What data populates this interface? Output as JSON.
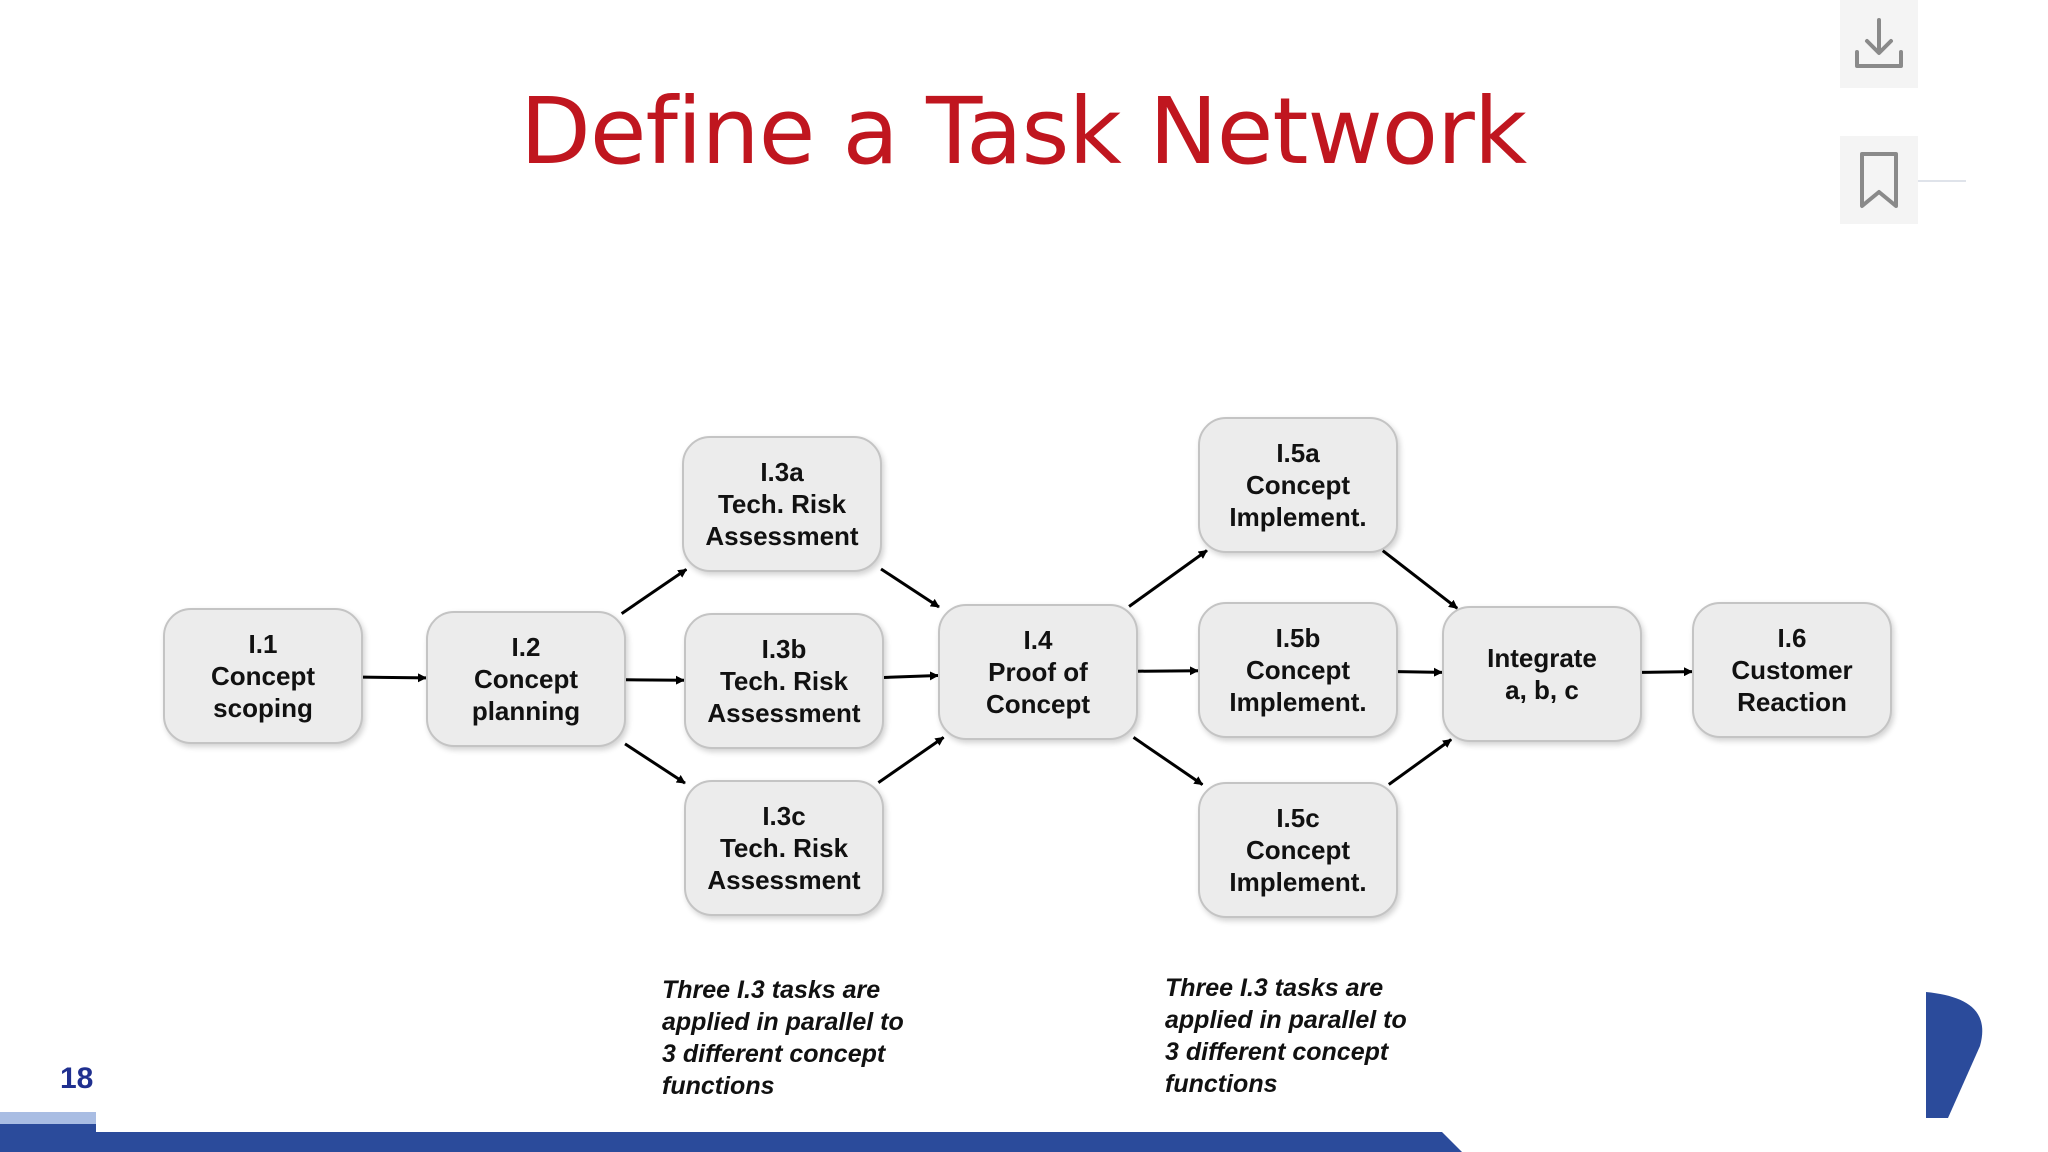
{
  "slide": {
    "title": "Define a Task Network",
    "page_number": "18"
  },
  "nodes": {
    "n11": {
      "line1": "I.1",
      "line2": "Concept",
      "line3": "scoping"
    },
    "n12": {
      "line1": "I.2",
      "line2": "Concept",
      "line3": "planning"
    },
    "n13a": {
      "line1": "I.3a",
      "line2": "Tech. Risk",
      "line3": "Assessment"
    },
    "n13b": {
      "line1": "I.3b",
      "line2": "Tech. Risk",
      "line3": "Assessment"
    },
    "n13c": {
      "line1": "I.3c",
      "line2": "Tech. Risk",
      "line3": "Assessment"
    },
    "n14": {
      "line1": "I.4",
      "line2": "Proof of",
      "line3": "Concept"
    },
    "n15a": {
      "line1": "I.5a",
      "line2": "Concept",
      "line3": "Implement."
    },
    "n15b": {
      "line1": "I.5b",
      "line2": "Concept",
      "line3": "Implement."
    },
    "n15c": {
      "line1": "I.5c",
      "line2": "Concept",
      "line3": "Implement."
    },
    "nint": {
      "line1": "Integrate",
      "line2": "a, b, c"
    },
    "n16": {
      "line1": "I.6",
      "line2": "Customer",
      "line3": "Reaction"
    }
  },
  "edges": [
    [
      "n11",
      "n12"
    ],
    [
      "n12",
      "n13a"
    ],
    [
      "n12",
      "n13b"
    ],
    [
      "n12",
      "n13c"
    ],
    [
      "n13a",
      "n14"
    ],
    [
      "n13b",
      "n14"
    ],
    [
      "n13c",
      "n14"
    ],
    [
      "n14",
      "n15a"
    ],
    [
      "n14",
      "n15b"
    ],
    [
      "n14",
      "n15c"
    ],
    [
      "n15a",
      "nint"
    ],
    [
      "n15b",
      "nint"
    ],
    [
      "n15c",
      "nint"
    ],
    [
      "nint",
      "n16"
    ]
  ],
  "notes": {
    "left": {
      "l1": "Three I.3 tasks are",
      "l2": "applied in parallel to",
      "l3": "3 different concept",
      "l4": "functions"
    },
    "right": {
      "l1": "Three I.3 tasks are",
      "l2": "applied in parallel to",
      "l3": "3 different concept",
      "l4": "functions"
    }
  },
  "icons": {
    "download": "download-icon",
    "bookmark": "bookmark-icon"
  },
  "colors": {
    "title": "#c0161f",
    "footer_bar": "#2b4b9b",
    "footer_light": "#a9bde3",
    "page_number": "#1f2f8f"
  }
}
